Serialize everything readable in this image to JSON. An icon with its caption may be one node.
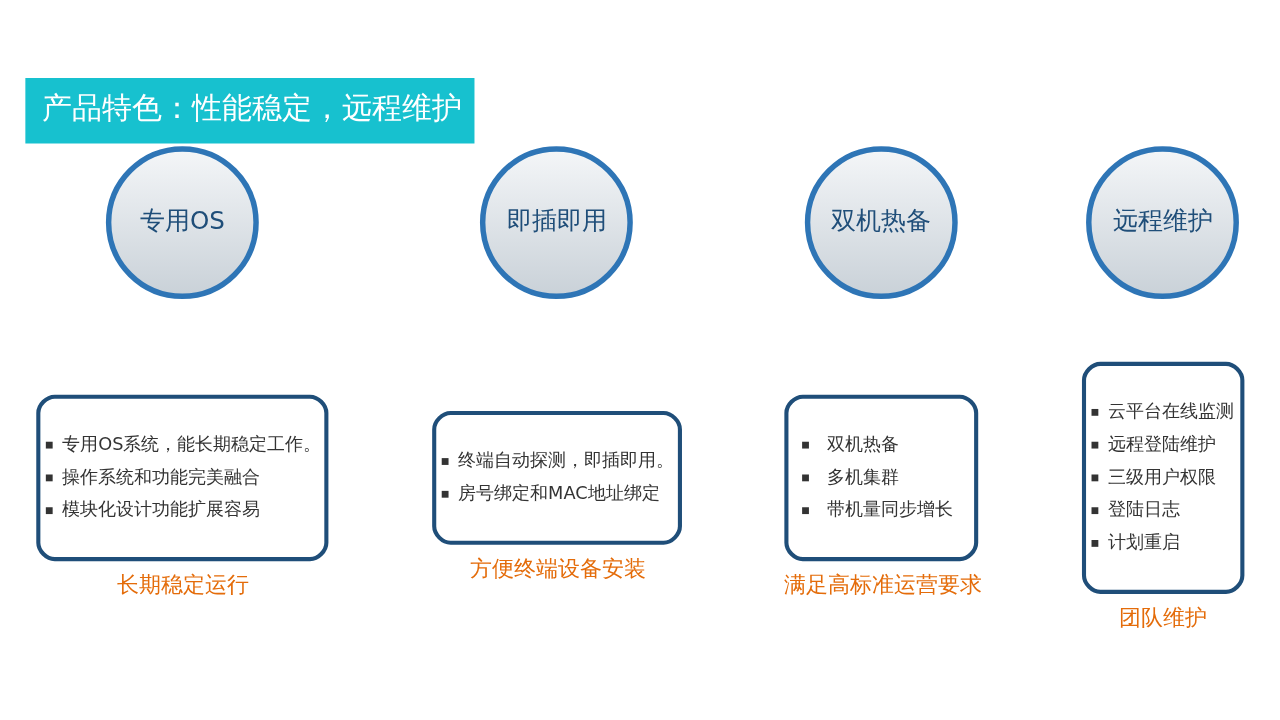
{
  "diagram": {
    "title": "产品特色：性能稳定，远程维护",
    "nodes": [
      {
        "text": [
          "专用OS"
        ]
      },
      {
        "text": [
          "即插即用"
        ]
      },
      {
        "text": [
          "双机热备"
        ]
      },
      {
        "text": [
          "远程维护"
        ]
      },
      {
        "text": [
          "专用OS系统，能长期稳定工作。",
          "操作系统和功能完美融合",
          "模块化设计功能扩展容易"
        ],
        "beside": [
          "长期稳定运行"
        ]
      },
      {
        "text": [
          "终端自动探测，即插即用。",
          "房号绑定和MAC地址绑定"
        ],
        "beside": [
          "方便终端设备安装"
        ]
      },
      {
        "text": [
          "双机热备",
          "多机集群",
          "带机量同步增长"
        ],
        "beside": [
          "满足高标准运营要求"
        ]
      },
      {
        "text": [
          "云平台在线监测",
          "远程登陆维护",
          "三级用户权限",
          "登陆日志",
          "计划重启"
        ],
        "beside": [
          "团队维护"
        ]
      }
    ],
    "edges": []
  }
}
